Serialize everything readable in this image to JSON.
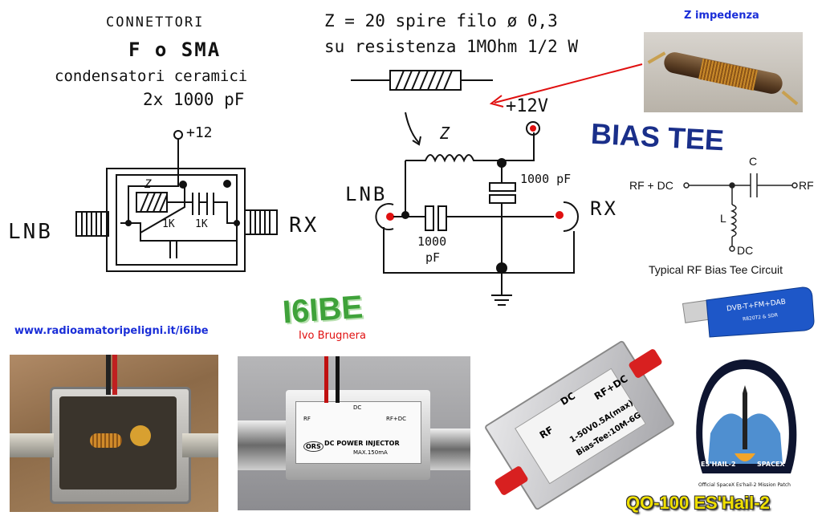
{
  "sketch_left": {
    "line1": "CONNETTORI",
    "line2": "F o SMA",
    "line3": "condensatori ceramici",
    "line4": "2x 1000 pF",
    "supply": "+12",
    "resistor1": "1K",
    "resistor2": "1K",
    "choke": "Z",
    "lnb": "LNB",
    "rx": "RX"
  },
  "sketch_right": {
    "note1": "Z = 20 spire filo ø 0,3",
    "note2": "su resistenza 1MOhm 1/2 W",
    "choke": "Z",
    "supply": "+12V",
    "cap_top": "1000 pF",
    "cap_bottom_a": "1000",
    "cap_bottom_b": "pF",
    "lnb": "LNB",
    "rx": "RX"
  },
  "z_photo_label": "Z impedenza",
  "bias_tee_title": "BIAS TEE",
  "typical": {
    "rf_dc": "RF + DC",
    "c": "C",
    "rf": "RF",
    "l": "L",
    "dc": "DC",
    "caption": "Typical RF Bias Tee Circuit"
  },
  "callsign": "I6IBE",
  "author": "Ivo Brugnera",
  "website": "www.radioamatoripeligni.it/i6ibe",
  "injector": {
    "rf": "RF",
    "rfdc": "RF+DC",
    "dc": "DC",
    "title": "DC POWER INJECTOR",
    "max": "MAX.150mA",
    "brand": "ORS"
  },
  "module": {
    "dc": "DC",
    "rf": "RF",
    "rfdc": "RF+DC",
    "spec1": "1-50V0.5A(max)",
    "spec2": "Bias-Tee:10M-6G"
  },
  "dongle": {
    "text": "DVB-T+FM+DAB",
    "model": "R820T2 & SDR"
  },
  "patch": {
    "left": "ES'HAIL-2",
    "right": "SPACEX",
    "caption": "Official SpaceX Es'hail-2 Mission Patch"
  },
  "qo100": "QO-100 ES'Hail-2",
  "colors": {
    "ink": "#111111",
    "red": "#e01010",
    "blue_title": "#1a2f8a",
    "link_blue": "#1a2ed8",
    "green": "#3fa23a",
    "gold": "#f0e000"
  }
}
